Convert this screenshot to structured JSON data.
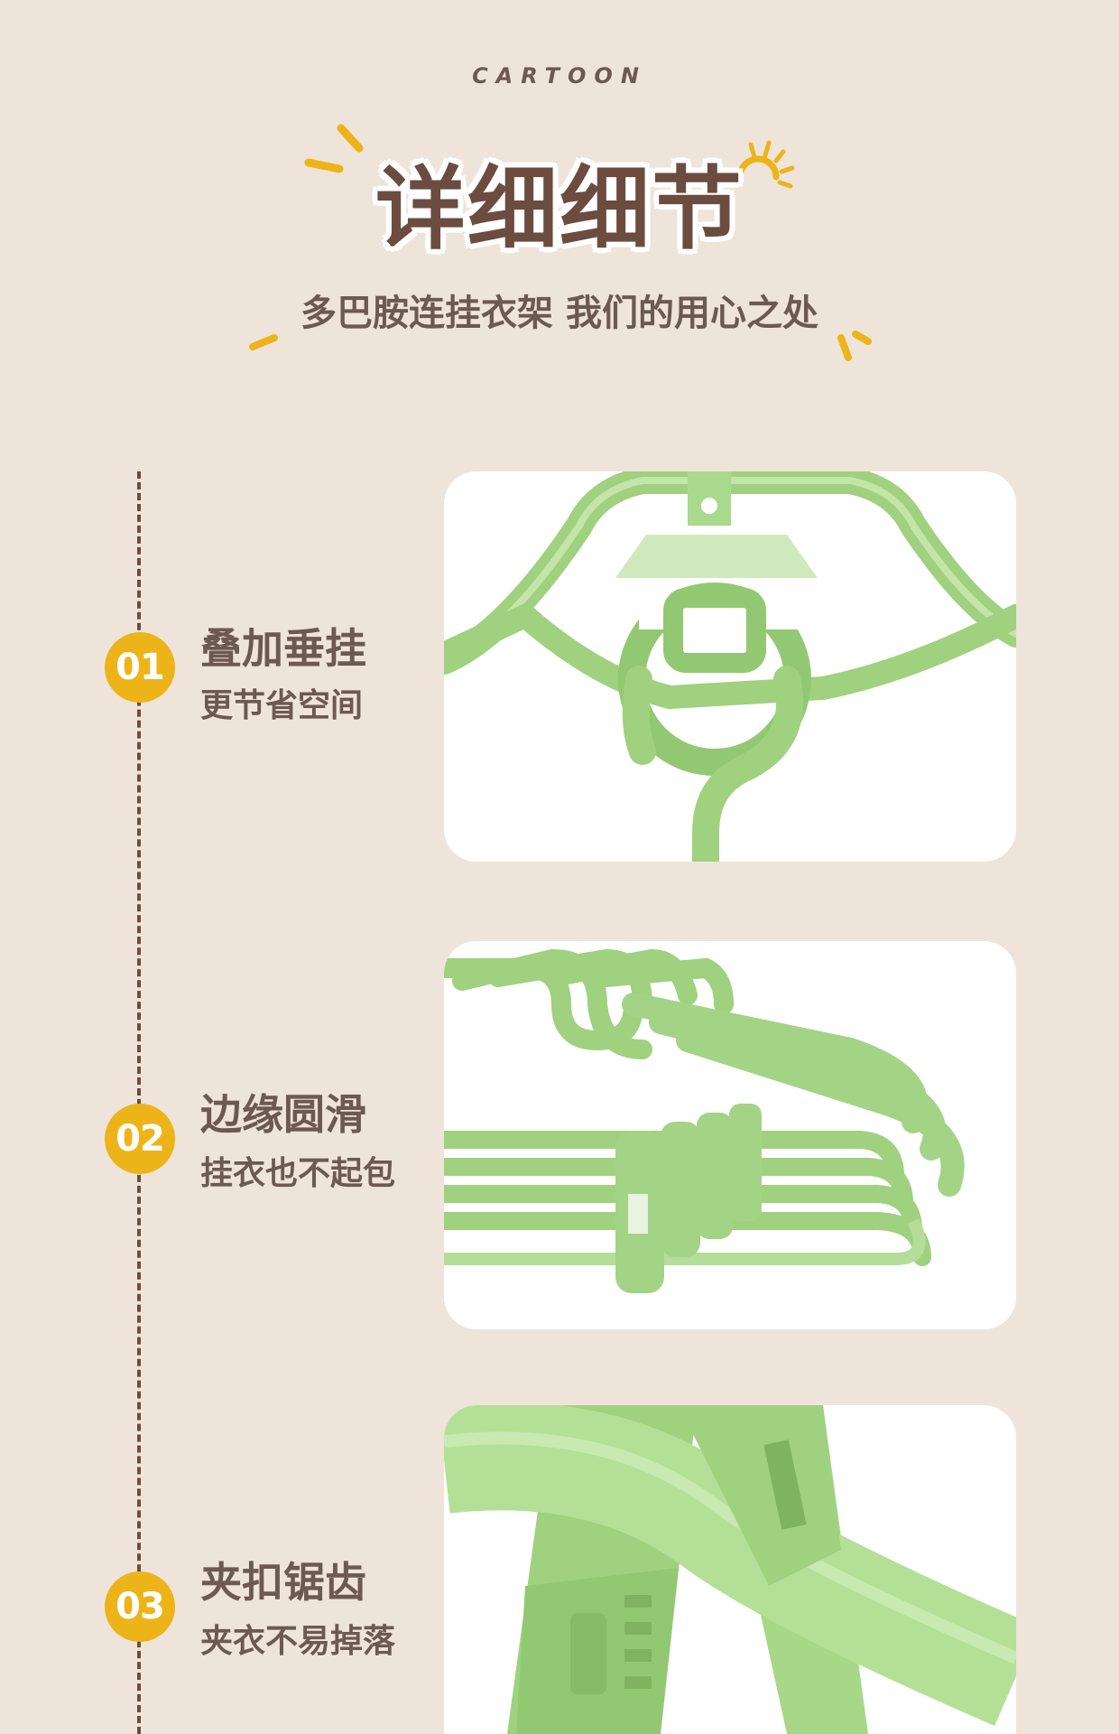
{
  "header": {
    "eyebrow": "CARTOON",
    "title": "详细细节",
    "subtitle": "多巴胺连挂衣架 我们的用心之处"
  },
  "features": [
    {
      "number": "01",
      "title": "叠加垂挂",
      "description": "更节省空间"
    },
    {
      "number": "02",
      "title": "边缘圆滑",
      "description": "挂衣也不起包"
    },
    {
      "number": "03",
      "title": "夹扣锯齿",
      "description": "夹衣不易掉落"
    }
  ],
  "colors": {
    "background": "#eee4da",
    "badge": "#ecb419",
    "text": "#6b5a50",
    "hanger_green": "#9fd17f"
  }
}
